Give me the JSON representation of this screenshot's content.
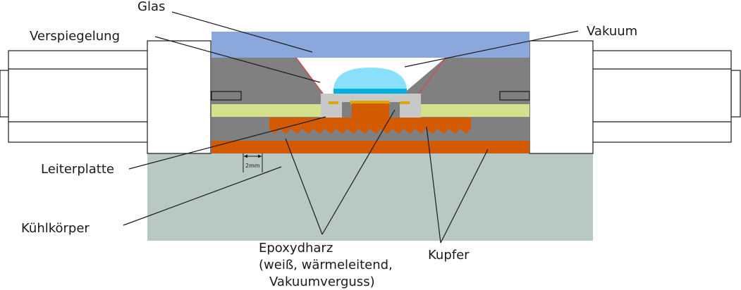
{
  "labels": {
    "glas": "Glas",
    "vakuum": "Vakuum",
    "verspiegelung": "Verspiegelung",
    "leiterplatte": "Leiterplatte",
    "kuehlkoerper": "Kühlkörper",
    "epoxy_line1": "Epoxydharz",
    "epoxy_line2": "(weiß, wärmeleitend,",
    "epoxy_line3": "Vakuumverguss)",
    "kupfer": "Kupfer",
    "scale": "2mm"
  },
  "colors": {
    "glass": "#8aa8dc",
    "housing": "#808080",
    "pcb": "#d4e08c",
    "copper": "#d45a00",
    "heatsink": "#b8c8c4",
    "lens": "#88e0fc",
    "emitter": "#00b0e0",
    "ceramic": "#c8c8c8",
    "pad": "#d8a800",
    "mirror": "#c85050"
  }
}
